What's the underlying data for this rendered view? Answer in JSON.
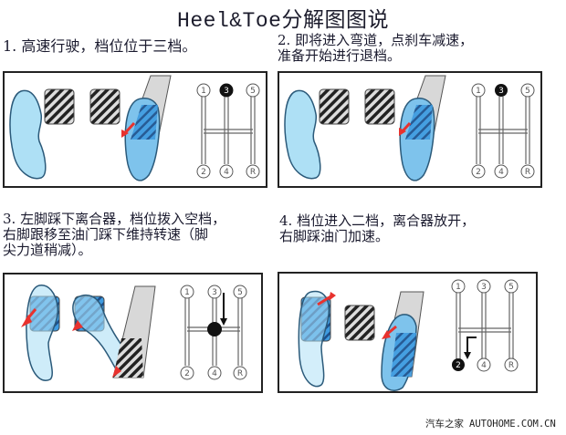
{
  "title": "Heel&Toe分解图图说",
  "steps": [
    {
      "caption": "1. 高速行驶，档位位于三档。",
      "lines": [
        "1. 高速行驶，档位位于三档。"
      ],
      "gear_selected": "3",
      "gears": [
        "1",
        "3",
        "5",
        "2",
        "4",
        "R"
      ]
    },
    {
      "caption": "2. 即将进入弯道，点刹车减速，准备开始进行退档。",
      "lines": [
        "2. 即将进入弯道，点刹车减速，",
        "准备开始进行退档。"
      ],
      "gear_selected": "3",
      "gears": [
        "1",
        "3",
        "5",
        "2",
        "4",
        "R"
      ]
    },
    {
      "caption": "3. 左脚踩下离合器，档位拨入空档，右脚跟移至油门踩下维持转速（脚尖力道稍减）。",
      "lines": [
        "3. 左脚踩下离合器，档位拨入空档，",
        "右脚跟移至油门踩下维持转速（脚",
        "尖力道稍减）。"
      ],
      "gear_selected": "N",
      "gears": [
        "1",
        "3",
        "5",
        "2",
        "4",
        "R"
      ]
    },
    {
      "caption": "4. 档位进入二档，离合器放开，右脚踩油门加速。",
      "lines": [
        "4. 档位进入二档，离合器放开，",
        "右脚踩油门加速。"
      ],
      "gear_selected": "2",
      "gears": [
        "1",
        "3",
        "5",
        "2",
        "4",
        "R"
      ]
    }
  ],
  "footer": {
    "site_cn": "汽车之家",
    "site_en": "AUTOHOME.COM.CN"
  },
  "colors": {
    "foot": "#aee0f5",
    "foot_pressed": "#3f9be0",
    "arrow": "#e8322e",
    "pedal": "#555555",
    "accel": "#d8d8d8"
  }
}
